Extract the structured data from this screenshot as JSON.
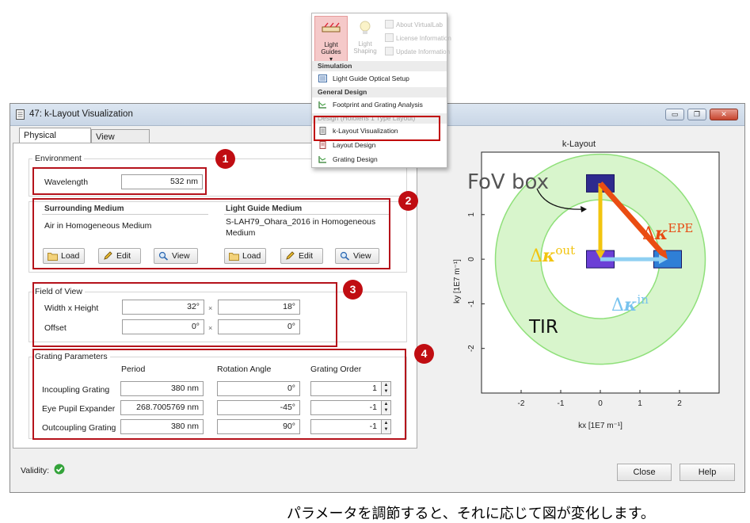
{
  "ribbon": {
    "light_guides": "Light Guides",
    "light_shaping": "Light Shaping",
    "about": "About VirtualLab",
    "license": "License Information",
    "update": "Update Information"
  },
  "menu": {
    "section_simulation": "Simulation",
    "item_setup": "Light Guide Optical Setup",
    "section_general": "General Design",
    "item_footprint": "Footprint and Grating Analysis",
    "section_design": "Design (Hololens 1 Type Layout)",
    "item_klayout": "k-Layout Visualization",
    "item_layout": "Layout Design",
    "item_grating": "Grating Design"
  },
  "window": {
    "title": "47: k-Layout Visualization",
    "tabs": [
      "Physical Settings",
      "View Settings"
    ]
  },
  "environment": {
    "label": "Environment",
    "wavelength_label": "Wavelength",
    "wavelength_value": "532 nm"
  },
  "surrounding": {
    "label": "Surrounding Medium",
    "value": "Air in Homogeneous Medium"
  },
  "lightguide": {
    "label": "Light Guide Medium",
    "value": "S-LAH79_Ohara_2016 in Homogeneous Medium"
  },
  "buttons": {
    "load": "Load",
    "edit": "Edit",
    "view": "View",
    "close": "Close",
    "help": "Help"
  },
  "fov": {
    "label": "Field of View",
    "wh_label": "Width x Height",
    "width": "32°",
    "height": "18°",
    "offset_label": "Offset",
    "offset_x": "0°",
    "offset_y": "0°",
    "times": "×"
  },
  "grating": {
    "label": "Grating Parameters",
    "col_period": "Period",
    "col_rotation": "Rotation Angle",
    "col_order": "Grating Order",
    "rows": [
      {
        "name": "Incoupling Grating",
        "period": "380 nm",
        "rotation": "0°",
        "order": "1"
      },
      {
        "name": "Eye Pupil Expander",
        "period": "268.7005769 nm",
        "rotation": "-45°",
        "order": "-1"
      },
      {
        "name": "Outcoupling Grating",
        "period": "380 nm",
        "rotation": "90°",
        "order": "-1"
      }
    ]
  },
  "validity": "Validity:",
  "callouts": [
    "1",
    "2",
    "3",
    "4"
  ],
  "chart_data": {
    "type": "scatter",
    "title": "k-Layout",
    "xlabel": "kx [1E7 m⁻¹]",
    "ylabel": "ky [1E7 m⁻¹]",
    "xlim": [
      -3,
      3
    ],
    "ylim": [
      -3,
      2.4
    ],
    "xticks": [
      "-2",
      "-1",
      "0",
      "1",
      "2"
    ],
    "yticks": [
      "-2",
      "-1",
      "0",
      "1"
    ],
    "tir_inner_radius": 1.5,
    "tir_outer_radius": 2.65,
    "boxes": [
      {
        "name": "fov_top",
        "cx": 0,
        "cy": 1.7,
        "w": 0.7,
        "h": 0.39
      },
      {
        "name": "fov_center",
        "cx": 0,
        "cy": 0,
        "w": 0.7,
        "h": 0.39
      },
      {
        "name": "fov_right",
        "cx": 1.7,
        "cy": 0,
        "w": 0.7,
        "h": 0.39
      }
    ],
    "vectors": [
      {
        "name": "dk_out",
        "from": [
          0,
          1.7
        ],
        "to": [
          0,
          0
        ],
        "color": "#f2c40f"
      },
      {
        "name": "dk_epe",
        "from": [
          0,
          1.7
        ],
        "to": [
          1.7,
          0
        ],
        "color": "#ea4d12"
      },
      {
        "name": "dk_in",
        "from": [
          0,
          0
        ],
        "to": [
          1.7,
          0
        ],
        "color": "#8fd0f2"
      }
    ],
    "annotations": {
      "fov_box": "FoV box",
      "tir": "TIR",
      "delta": "Δ",
      "kappa": "κ",
      "out": "out",
      "epe": "EPE",
      "in": "in"
    }
  },
  "caption": "パラメータを調節すると、それに応じて図が変化します。"
}
